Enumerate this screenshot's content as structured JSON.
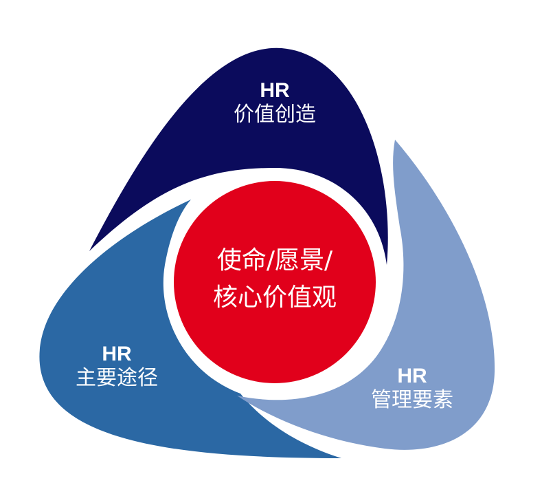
{
  "colors": {
    "top": "#0b0b5c",
    "left": "#2b68a4",
    "right": "#809dcb",
    "center": "#e1001b"
  },
  "segments": {
    "top": {
      "title": "HR",
      "subtitle": "价值创造"
    },
    "left": {
      "title": "HR",
      "subtitle": "主要途径"
    },
    "right": {
      "title": "HR",
      "subtitle": "管理要素"
    }
  },
  "center": {
    "line1": "使命/愿景/",
    "line2": "核心价值观"
  }
}
